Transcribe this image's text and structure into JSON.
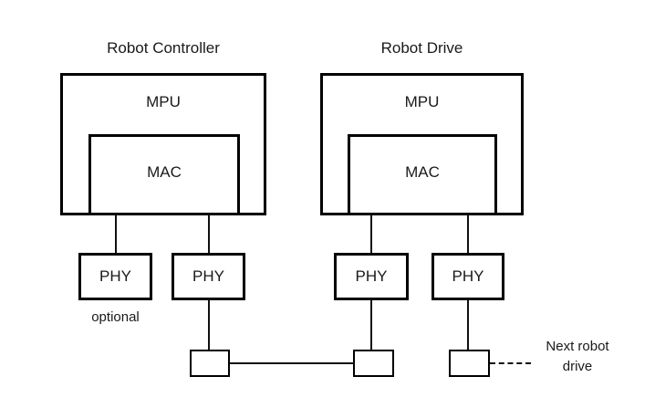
{
  "diagram": {
    "title_left": "Robot Controller",
    "title_right": "Robot Drive",
    "groups": [
      {
        "name": "robot-controller",
        "title": "Robot Controller",
        "outer_block": "MPU",
        "inner_block": "MAC",
        "phys": [
          {
            "label": "PHY",
            "note": "optional"
          },
          {
            "label": "PHY",
            "note": ""
          }
        ]
      },
      {
        "name": "robot-drive",
        "title": "Robot Drive",
        "outer_block": "MPU",
        "inner_block": "MAC",
        "phys": [
          {
            "label": "PHY",
            "note": ""
          },
          {
            "label": "PHY",
            "note": ""
          }
        ]
      }
    ],
    "mpu_left_label": "MPU",
    "mac_left_label": "MAC",
    "mpu_right_label": "MPU",
    "mac_right_label": "MAC",
    "phy_1_label": "PHY",
    "phy_2_label": "PHY",
    "phy_3_label": "PHY",
    "phy_4_label": "PHY",
    "optional_note": "optional",
    "next_robot_note": "Next robot\ndrive",
    "colors": {
      "background": "#ffffff",
      "stroke": "#000000",
      "text": "#1a1a1a",
      "line": "#111111"
    }
  }
}
